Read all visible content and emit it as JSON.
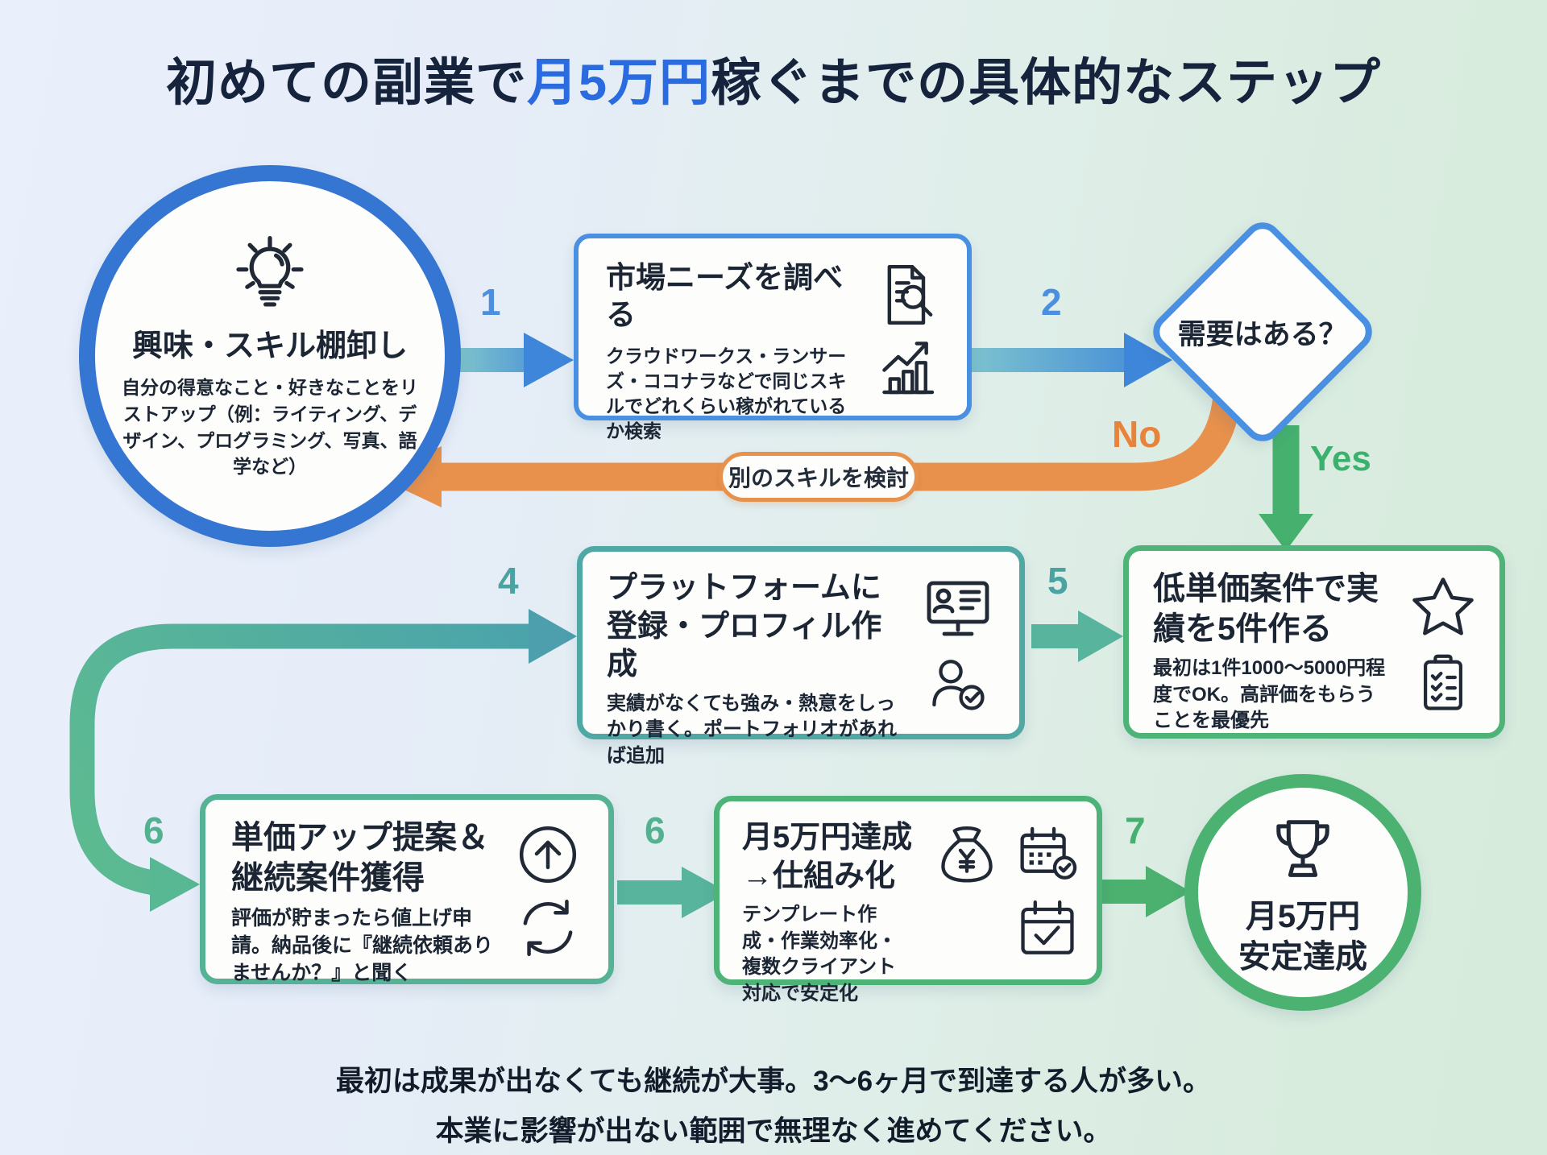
{
  "header": {
    "title_pre": "初めての副業で",
    "title_highlight": "月5万円",
    "title_post": "稼ぐまでの具体的なステップ"
  },
  "nodes": {
    "skill_inventory": {
      "title": "興味・スキル棚卸し",
      "desc": "自分の得意なこと・好きなことをリストアップ（例：ライティング、デザイン、プログラミング、写真、語学など）",
      "icon": "lightbulb-icon"
    },
    "market_research": {
      "title": "市場ニーズを調べる",
      "desc": "クラウドワークス・ランサーズ・ココナラなどで同じスキルでどれくらい稼がれているか検索",
      "icons": [
        "document-search-icon",
        "growth-chart-icon"
      ]
    },
    "demand_check": {
      "title": "需要はある？"
    },
    "platform": {
      "title": "プラットフォームに登録・プロフィル作成",
      "desc": "実績がなくても強み・熱意をしっかり書く。ポートフォリオがあれば追加",
      "icons": [
        "monitor-profile-icon",
        "person-check-icon"
      ]
    },
    "first_jobs": {
      "title": "低単価案件で実績を5件作る",
      "desc": "最初は1件1000〜5000円程度でOK。高評価をもらうことを最優先",
      "icons": [
        "star-icon",
        "clipboard-check-icon"
      ]
    },
    "price_up": {
      "title": "単価アップ提案＆継続案件獲得",
      "desc": "評価が貯まったら値上げ申請。納品後に『継続依頼ありませんか？』と聞く",
      "icons": [
        "arrow-up-circle-icon",
        "repeat-icon"
      ]
    },
    "systemize": {
      "title": "月5万円達成→仕組み化",
      "desc": "テンプレート作成・作業効率化・複数クライアント対応で安定化",
      "icons": [
        "money-bag-icon",
        "calendar-check-icon",
        "calendar-done-icon"
      ]
    },
    "goal": {
      "title": "月5万円安定達成",
      "icon": "trophy-icon"
    }
  },
  "arrows": {
    "step1": "1",
    "step2": "2",
    "step4": "4",
    "step5": "5",
    "step6_loop": "6",
    "step6": "6",
    "step7": "7",
    "yes_label": "Yes",
    "no_label": "No",
    "no_note": "別のスキルを検討"
  },
  "footer": {
    "line1": "最初は成果が出なくても継続が大事。3〜6ヶ月で到達する人が多い。",
    "line2": "本業に影響が出ない範囲で無理なく進めてください。"
  },
  "colors": {
    "blue": "#4a90e2",
    "teal": "#54ae9f",
    "green": "#4cb172",
    "orange": "#e8914d",
    "title_highlight": "#2b6be0",
    "ink": "#1b2534"
  }
}
